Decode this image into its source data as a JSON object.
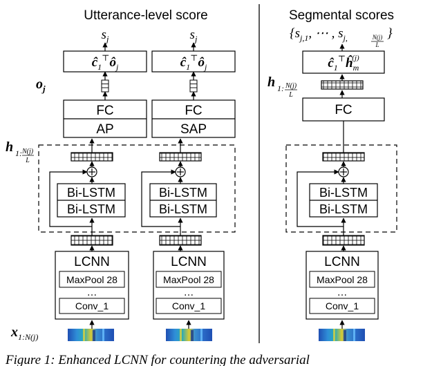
{
  "left_panel": {
    "title": "Utterance-level score",
    "score_label": "s",
    "score_sub": "j",
    "proj_c": "ĉ",
    "proj_c_sub": "1",
    "proj_c_sup": "⊤",
    "proj_o": "ô",
    "proj_o_sub": "j",
    "fc": "FC",
    "pool_ap": "AP",
    "pool_sap": "SAP",
    "lstm": "Bi-LSTM",
    "lcnn": "LCNN",
    "maxpool": "MaxPool 28",
    "dots": "…",
    "conv": "Conv_1",
    "o_label": "o",
    "o_sub": "j",
    "h_label": "h",
    "h_sub": "1:",
    "h_frac_num": "N(j)",
    "h_frac_den": "L",
    "x_label": "x",
    "x_sub": "1:N(j)",
    "add": "+"
  },
  "right_panel": {
    "title": "Segmental scores",
    "scores_open": "{s",
    "scores_sub1": "j,1",
    "scores_mid": ", ⋯ , s",
    "scores_sub2": "j,",
    "scores_frac_num": "N(j)",
    "scores_frac_den": "L",
    "scores_close": "}",
    "proj_c": "ĉ",
    "proj_c_sub": "1",
    "proj_c_sup": "⊤",
    "proj_h": "ĥ",
    "proj_h_sub": "m",
    "proj_h_sup": "(j)",
    "h_label": "h",
    "h_sub": "1:",
    "h_frac_num": "N(j)",
    "h_frac_den": "L",
    "fc": "FC",
    "lstm": "Bi-LSTM",
    "lcnn": "LCNN",
    "maxpool": "MaxPool 28",
    "dots": "…",
    "conv": "Conv_1",
    "add": "+"
  },
  "caption": {
    "text": "Figure 1:  Enhanced LCNN for countering the adversarial"
  }
}
